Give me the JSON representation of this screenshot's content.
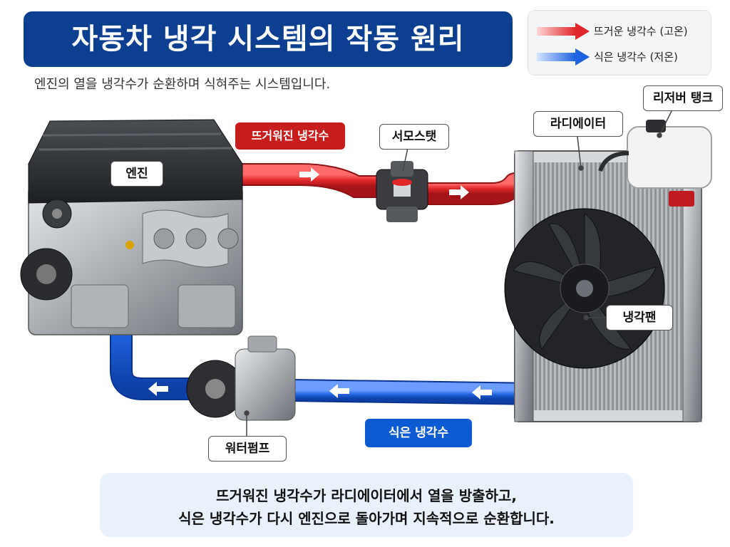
{
  "title": "자동차 냉각 시스템의 작동 원리",
  "subtitle": "엔진의 열을 냉각수가 순환하며 식혀주는 시스템입니다.",
  "legend": {
    "hot": "뜨거운 냉각수 (고온)",
    "cold": "식은 냉각수 (저온)"
  },
  "labels": {
    "engine": "엔진",
    "thermostat": "서모스탯",
    "radiator": "라디에이터",
    "reservoir": "리저버 탱크",
    "fan": "냉각팬",
    "water_pump": "워터펌프",
    "hot_coolant": "뜨거워진 냉각수",
    "cold_coolant": "식은 냉각수"
  },
  "summary": {
    "line1": "뜨거워진 냉각수가 라디에이터에서 열을 방출하고,",
    "line2": "식은 냉각수가 다시 엔진으로 돌아가며 지속적으로 순환합니다."
  },
  "colors": {
    "hot": "#e0262a",
    "cold": "#1f63e0",
    "title_bg": "#0d3f91"
  }
}
